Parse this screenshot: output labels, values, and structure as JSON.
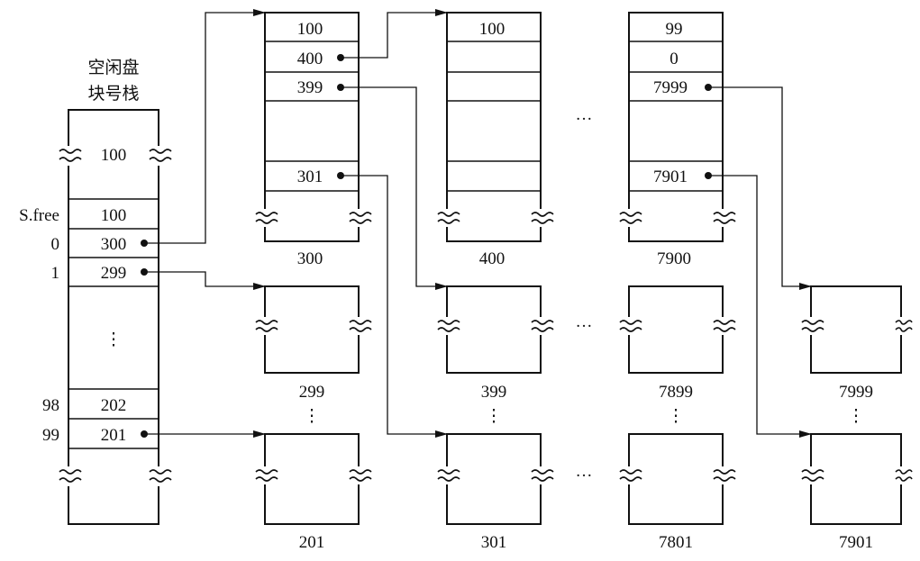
{
  "stack": {
    "title_line1": "空闲盘",
    "title_line2": "块号栈",
    "top_value": "100",
    "sfree_label": "S.free",
    "sfree_value": "100",
    "entries": [
      {
        "index": "0",
        "value": "300"
      },
      {
        "index": "1",
        "value": "299"
      },
      {
        "index": "98",
        "value": "202"
      },
      {
        "index": "99",
        "value": "201"
      }
    ],
    "ellipsis": "⋮"
  },
  "group_blocks": [
    {
      "label": "300",
      "count": "100",
      "first": "400",
      "second": "399",
      "last": "301"
    },
    {
      "label": "400",
      "count": "100"
    },
    {
      "label": "7900",
      "count": "99",
      "first": "0",
      "second": "7999",
      "last": "7901"
    }
  ],
  "free_blocks": [
    "299",
    "399",
    "7899",
    "7999",
    "201",
    "301",
    "7801",
    "7901"
  ],
  "ellipsis_h": "···",
  "ellipsis_v": "⋮"
}
